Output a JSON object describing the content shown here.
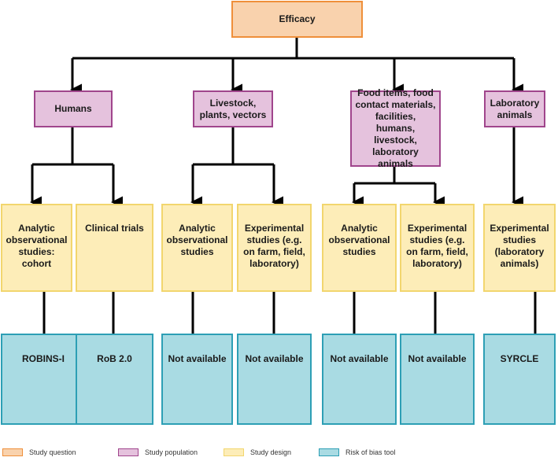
{
  "question": {
    "label": "Efficacy"
  },
  "populations": [
    {
      "label": "Humans"
    },
    {
      "label": "Livestock, plants, vectors"
    },
    {
      "label": "Food items, food contact materials, facilities, humans, livestock, laboratory animals"
    },
    {
      "label": "Laboratory animals"
    }
  ],
  "designs": [
    {
      "label": "Analytic observational studies: cohort"
    },
    {
      "label": "Clinical trials"
    },
    {
      "label": "Analytic observational studies"
    },
    {
      "label": "Experimental studies (e.g. on farm, field, laboratory)"
    },
    {
      "label": "Analytic observational studies"
    },
    {
      "label": "Experimental studies (e.g. on farm, field, laboratory)"
    },
    {
      "label": "Experimental studies (laboratory animals)"
    }
  ],
  "tools": [
    {
      "label": "ROBINS-I"
    },
    {
      "label": "RoB 2.0"
    },
    {
      "label": "Not available"
    },
    {
      "label": "Not available"
    },
    {
      "label": "Not available"
    },
    {
      "label": "Not available"
    },
    {
      "label": "SYRCLE"
    }
  ],
  "legend": [
    {
      "label": "Study question",
      "fill": "#f9d2ad",
      "stroke": "#ef8f3a"
    },
    {
      "label": "Study population",
      "fill": "#e5c2dd",
      "stroke": "#a0458c"
    },
    {
      "label": "Study design",
      "fill": "#fdedb8",
      "stroke": "#f2d66e"
    },
    {
      "label": "Risk of bias tool",
      "fill": "#a9dbe3",
      "stroke": "#2d9fb5"
    }
  ],
  "colors": {
    "connector": "#000000"
  }
}
